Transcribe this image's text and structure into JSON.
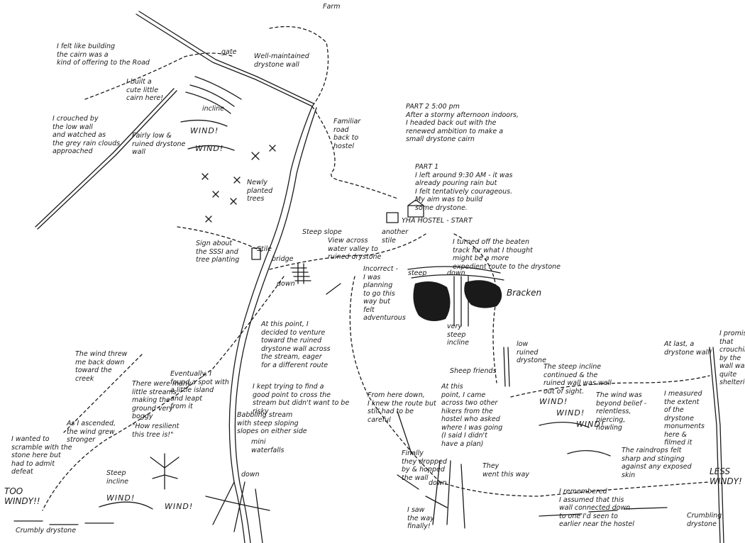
{
  "labels": {
    "farm": "Farm",
    "gate": "gate",
    "wall_top": "Well-maintained\ndrystone wall",
    "offering": "I felt like building\nthe cairn was a\nkind of offering to the Road",
    "cairn": "I built a\ncute little\ncairn here!",
    "crouched": "I crouched by\nthe low wall\nand watched as\nthe grey rain clouds\napproached",
    "fairly_low": "Fairly low &\nruined drystone\nwall",
    "incline_top": "incline",
    "wind_1": "WIND!",
    "wind_2": "WIND!",
    "newly_planted": "Newly\nplanted\ntrees",
    "familiar_road": "Familiar\nroad\nback to\nhostel",
    "part2": "PART 2  5:00 pm\nAfter a stormy afternoon indoors,\nI headed back out with the\nrenewed ambition to make a\nsmall drystone cairn",
    "part1": "PART 1\nI left around 9:30 AM - it was\nalready pouring rain but\nI felt tentatively courageous.\nMy aim was to build\nsome drystone.",
    "hostel": "YHA HOSTEL - START",
    "sign_sssi": "Sign about\nthe SSSI and\ntree planting",
    "stile_1": "Stile",
    "bridge": "bridge",
    "steep_slope": "Steep slope",
    "down_1": "down",
    "view": "View across\nwater valley to\nruined drystone",
    "another_stile": "another\nstile",
    "turned_off": "I turned off the beaten\ntrack for what I thought\nmight be a more\nexpedient route to the drystone",
    "incorrect": "Incorrect -\nI was\nplanning\nto go this\nway but\nfelt\nadventurous",
    "down_2": "down",
    "steep_2": "steep",
    "bracken": "Bracken",
    "very_steep": "very\nsteep\nincline",
    "at_this_point_1": "At this point, I\ndecided to venture\ntoward the ruined\ndrystone wall across\nthe stream, eager\nfor a different route",
    "wind_threw": "The wind threw\nme back down\ntoward the\ncreek",
    "many_streams": "There were many\nlittle streams\nmaking the\nground very\nboggy",
    "eventually": "Eventually, I\nfound a spot with\na little island\nand leapt\nfrom it",
    "kept_trying": "I kept trying to find a\ngood point to cross the\nstream but didn't want to be\nrisky",
    "babbling": "Babbling stream\nwith steep sloping\nslopes on either side",
    "mini_waterfalls": "mini\nwaterfalls",
    "down_3": "down",
    "resilient": "\"How resilient\nthis tree is!\"",
    "as_ascended": "As I ascended,\nthe wind grew\nstronger",
    "steep_incline": "Steep\nincline",
    "wanted_to": "I wanted to\nscramble with the\nstone here but\nhad to admit\ndefeat",
    "too_windy": "TOO\nWINDY!!",
    "wind_3": "WIND!",
    "wind_4": "WIND!",
    "crumbly_1": "Crumbly drystone",
    "from_here_down": "From here down,\nI knew the route but\nstill had to be\ncareful",
    "sheep_friends": "Sheep friends",
    "at_this_point_2": "At this\npoint, I came\nacross two other\nhikers from the\nhostel who asked\nwhere I was going\n(I said I didn't\nhave a plan)",
    "finally": "Finally\nthey dropped\nby & hopped\nthe wall",
    "down_4": "down",
    "they_went": "They\nwent this way",
    "i_saw": "I saw\nthe way\nfinally!",
    "low_ruined": "low\nruined\ndrystone",
    "steep_incline_2": "The steep incline\ncontinued & the\nruined wall was well\nout of sight.",
    "wind_5": "WIND!",
    "wind_6": "WIND!",
    "wind_7": "WIND!",
    "wind_beyond": "The wind was\nbeyond belief -\nrelentless,\npiercing,\nhowling",
    "raindrops": "The raindrops felt\nsharp and stinging\nagainst any exposed\nskin",
    "at_last": "At last, a\ndrystone wall!",
    "measured": "I measured\nthe extent\nof the\ndrystone\nmonuments\nhere &\nfilmed it",
    "promise": "I promise\nthat\ncrouching\nby the\nwall was\nquite\nsheltering",
    "less_windy": "LESS\nWINDY!",
    "remembered": "I remembered\nI assumed that this\nwall connected down\nto one I'd seen to\nearlier near the hostel",
    "crumbling_2": "Crumbling\ndrystone"
  }
}
